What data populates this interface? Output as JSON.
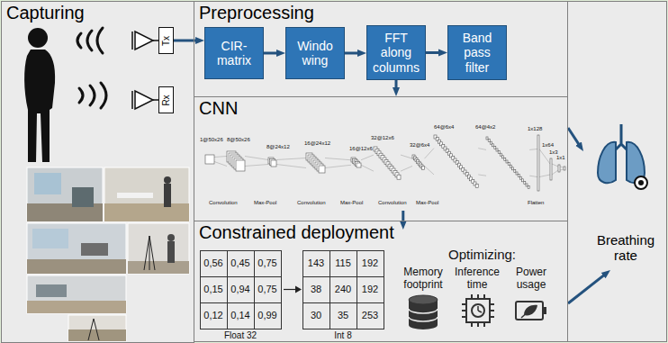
{
  "diagram": {
    "nodes": [
      {
        "text": [
          "Capturing"
        ]
      },
      {
        "text": [
          "Tx"
        ],
        "in": 0
      },
      {
        "text": [
          "Rx"
        ],
        "in": 0
      },
      {
        "text": [
          "Preprocessing"
        ]
      },
      {
        "text": [
          "CIR- matrix"
        ],
        "in": 3
      },
      {
        "text": [
          "Windo wing"
        ],
        "in": 3
      },
      {
        "text": [
          "FFT along columns"
        ],
        "in": 3
      },
      {
        "text": [
          "Band pass filter"
        ],
        "in": 3
      },
      {
        "text": [
          "CNN"
        ]
      },
      {
        "text": [
          "Constrained deployment"
        ]
      },
      {
        "text": [
          "Breathing rate"
        ]
      }
    ],
    "edges": [
      {
        "from": 1,
        "to": 4,
        "arrow": "to"
      },
      {
        "from": 4,
        "to": 5,
        "arrow": "to"
      },
      {
        "from": 5,
        "to": 6,
        "arrow": "to"
      },
      {
        "from": 6,
        "to": 7,
        "arrow": "to"
      },
      {
        "from": 6,
        "to": 8,
        "arrow": "to"
      },
      {
        "from": 8,
        "to": 9,
        "arrow": "to"
      },
      {
        "from": 8,
        "to": 10,
        "arrow": "to"
      },
      {
        "from": 9,
        "to": 10,
        "arrow": "to"
      }
    ],
    "labels": [
      "1@50x26",
      "8@50x26",
      "8@24x12",
      "16@24x12",
      "16@12x6",
      "32@12x6",
      "32@6x4",
      "64@6x4",
      "64@4x2",
      "1x128",
      "1x64",
      "1x3",
      "1x1",
      "Convolution",
      "Max-Pool",
      "Convolution",
      "Max-Pool",
      "Convolution",
      "Max-Pool",
      "Flatten",
      "0,56",
      "0,45",
      "0,75",
      "0,15",
      "0,94",
      "0,75",
      "0,12",
      "0,14",
      "0,99",
      "Float 32",
      "143",
      "115",
      "192",
      "38",
      "240",
      "192",
      "30",
      "35",
      "253",
      "Int 8",
      "Optimizing:",
      "Memory footprint",
      "Inference time",
      "Power usage"
    ]
  }
}
